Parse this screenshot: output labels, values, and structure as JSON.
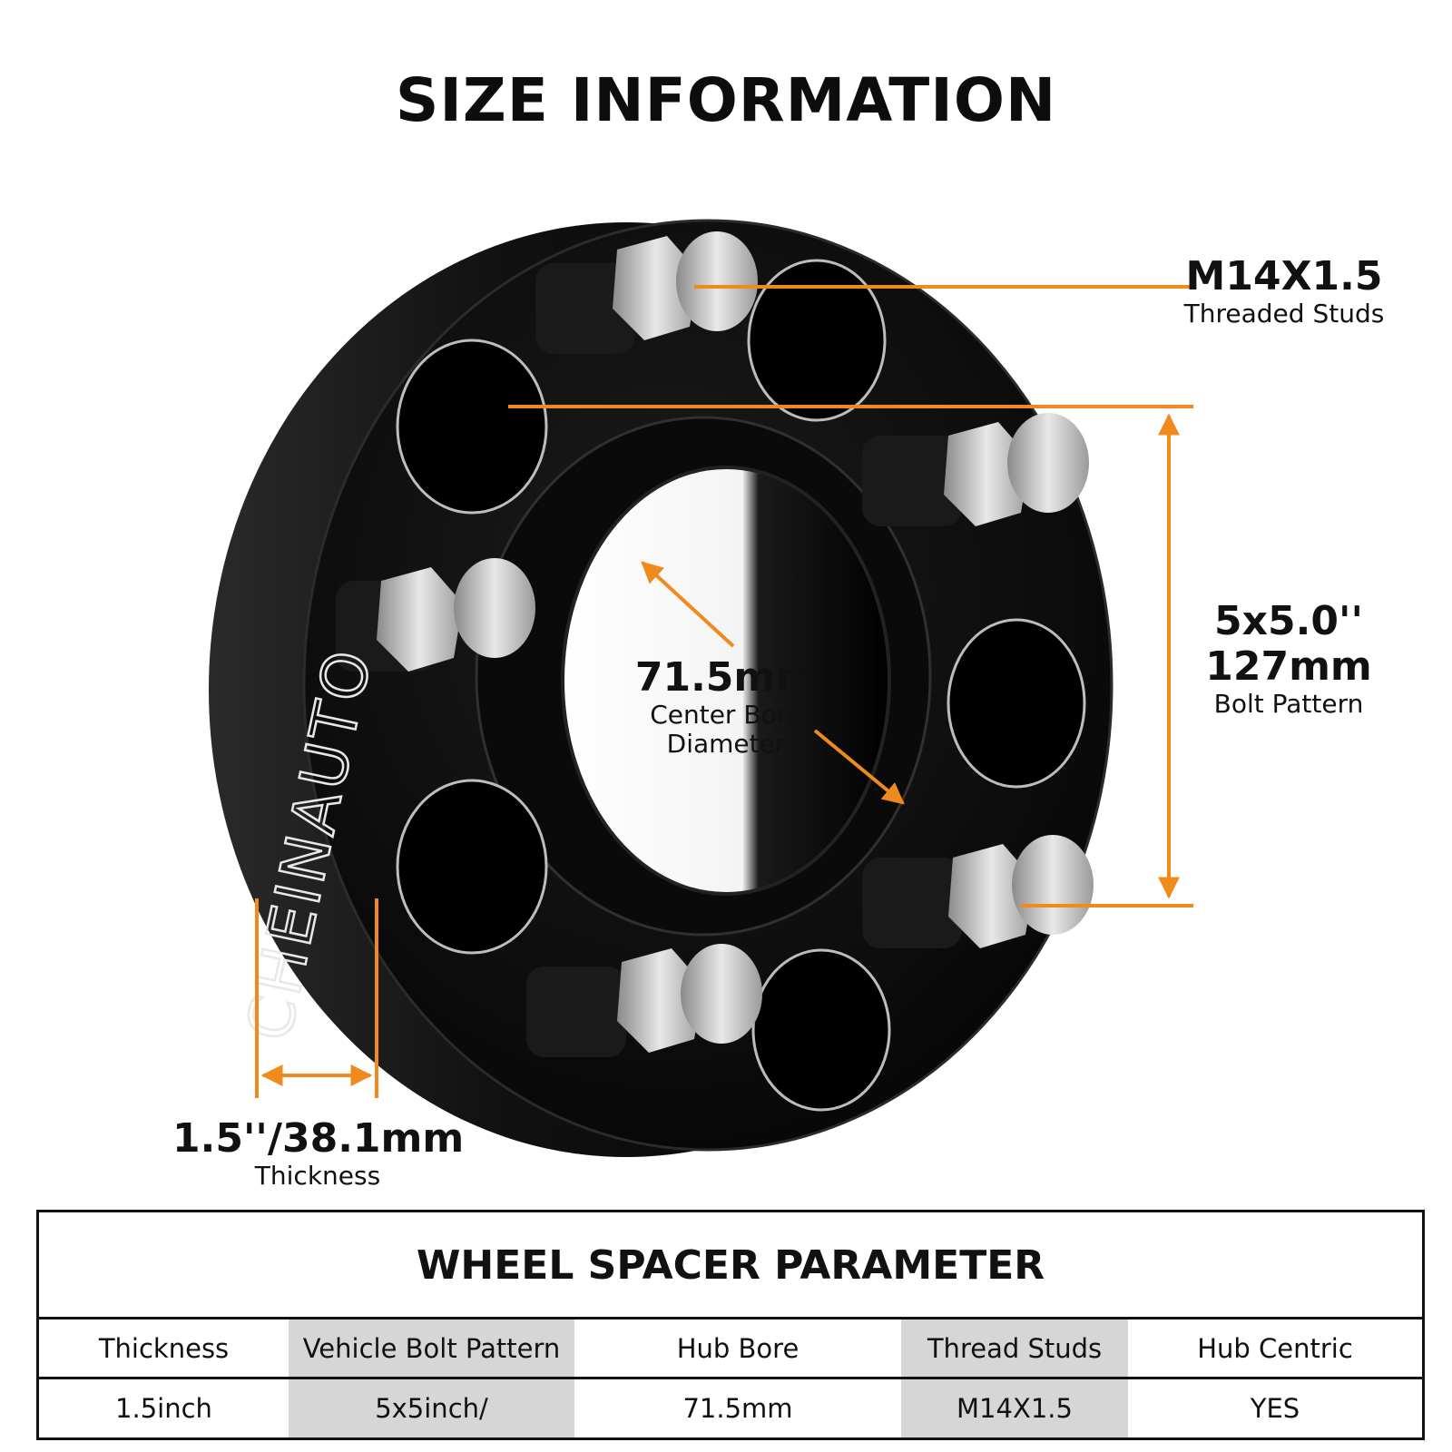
{
  "heading": "SIZE INFORMATION",
  "brand_mark": "CHEINAUTO",
  "colors": {
    "accent": "#f08a1c",
    "spacer": "#0b0b0b",
    "stud": "#c9c9c9",
    "shade": "#d6d6d6"
  },
  "callouts": {
    "studs": {
      "value": "M14X1.5",
      "label": "Threaded Studs"
    },
    "bolt_pattern": {
      "value_inch": "5x5.0''",
      "value_mm": "127mm",
      "label": "Bolt Pattern"
    },
    "center_bore": {
      "value": "71.5mm",
      "label_line1": "Center Bore",
      "label_line2": "Diameter"
    },
    "thickness": {
      "value": "1.5''/38.1mm",
      "label": "Thickness"
    }
  },
  "parameter_table": {
    "title": "WHEEL SPACER PARAMETER",
    "headers": [
      "Thickness",
      "Vehicle Bolt Pattern",
      "Hub Bore",
      "Thread Studs",
      "Hub Centric"
    ],
    "values": [
      "1.5inch",
      "5x5inch/",
      "71.5mm",
      "M14X1.5",
      "YES"
    ]
  }
}
